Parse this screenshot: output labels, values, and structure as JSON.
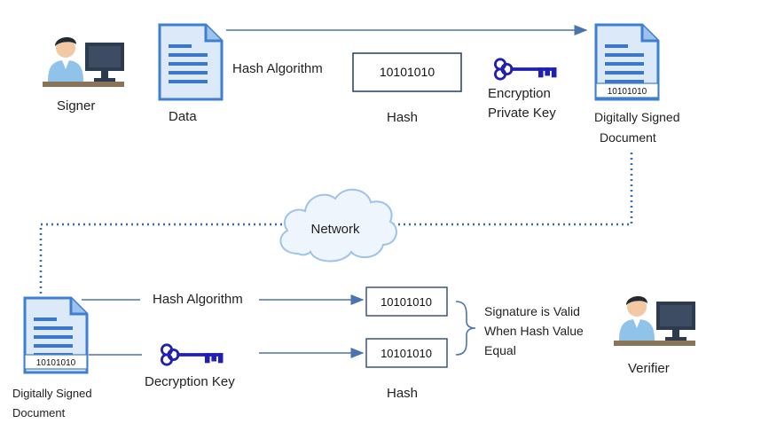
{
  "signer": {
    "label": "Signer"
  },
  "data_doc": {
    "label": "Data"
  },
  "top_flow": {
    "hash_algorithm_label": "Hash Algorithm",
    "hash_value": "10101010",
    "hash_label": "Hash",
    "encryption_key_label_line1": "Encryption",
    "encryption_key_label_line2": "Private Key"
  },
  "signed_doc_top": {
    "badge": "10101010",
    "label_line1": "Digitally Signed",
    "label_line2": "Document"
  },
  "network": {
    "label": "Network"
  },
  "signed_doc_bottom": {
    "badge": "10101010",
    "label_line1": "Digitally Signed",
    "label_line2": "Document"
  },
  "bottom_flow": {
    "hash_algorithm_label": "Hash Algorithm",
    "hash_value_1": "10101010",
    "hash_value_2": "10101010",
    "decryption_key_label": "Decryption Key",
    "hash_label": "Hash"
  },
  "result": {
    "line1": "Signature  is Valid",
    "line2": "When Hash Value",
    "line3": "Equal"
  },
  "verifier": {
    "label": "Verifier"
  },
  "colors": {
    "arrow": "#4a74b0",
    "dotted_line": "#2f6db5",
    "key": "#1f1fb0",
    "doc_light": "#cfe2f6",
    "doc_line": "#3b79c6",
    "person_shirt": "#8fc3ea",
    "monitor": "#2e3b4e"
  }
}
